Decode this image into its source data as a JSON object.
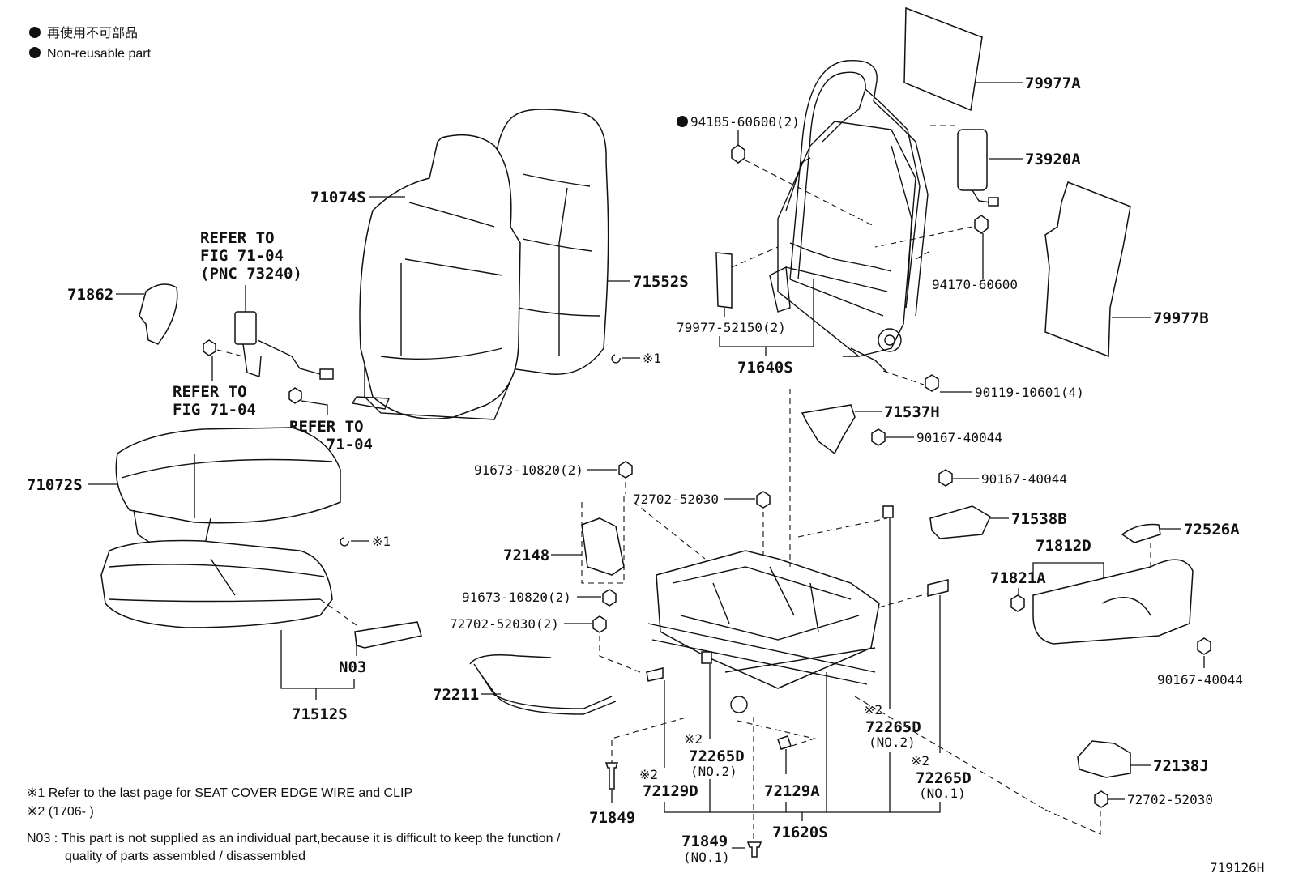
{
  "legend": {
    "jp": "再使用不可部品",
    "en": "Non-reusable part"
  },
  "labels": {
    "p79977A": "79977A",
    "p94185": "94185-60600(2)",
    "p73920A": "73920A",
    "p71074S": "71074S",
    "p71552S": "71552S",
    "p94170": "94170-60600",
    "p79977B": "79977B",
    "p79977_52150": "79977-52150(2)",
    "p71640S": "71640S",
    "p90119": "90119-10601(4)",
    "p71862": "71862",
    "refer1": [
      "REFER TO",
      "FIG 71-04",
      "(PNC 73240)"
    ],
    "refer2": [
      "REFER TO",
      "FIG 71-04"
    ],
    "refer3": [
      "REFER TO",
      "FIG 71-04"
    ],
    "x1a": "※1",
    "x1b": "※1",
    "p71537H": "71537H",
    "p90167a": "90167-40044",
    "p90167b": "90167-40044",
    "p90167c": "90167-40044",
    "p71538B": "71538B",
    "p72526A": "72526A",
    "p71812D": "71812D",
    "p71821A": "71821A",
    "p71072S": "71072S",
    "p91673a": "91673-10820(2)",
    "p72702a": "72702-52030",
    "p72148": "72148",
    "p91673b": "91673-10820(2)",
    "p72702b": "72702-52030(2)",
    "p72211": "72211",
    "pN03": "N03",
    "p71512S": "71512S",
    "x2a": "※2",
    "p72265D_a": "72265D",
    "no2a": "(NO.2)",
    "x2b": "※2",
    "p72265D_b": "72265D",
    "no2b": "(NO.2)",
    "x2c": "※2",
    "p72265D_c": "72265D",
    "no1c": "(NO.1)",
    "x2d": "※2",
    "p72129D": "72129D",
    "p72129A": "72129A",
    "p71849a": "71849",
    "p71849b": "71849",
    "no1b": "(NO.1)",
    "p71620S": "71620S",
    "p72138J": "72138J",
    "p72702c": "72702-52030",
    "figno": "719126H"
  },
  "footnotes": {
    "n1": "※1  Refer to the last page for SEAT COVER EDGE WIRE and CLIP",
    "n2": "※2 (1706-       )",
    "n3a": "N03 : This part is not supplied as an individual part,because it is difficult to keep the function /",
    "n3b": "quality of parts assembled / disassembled"
  }
}
